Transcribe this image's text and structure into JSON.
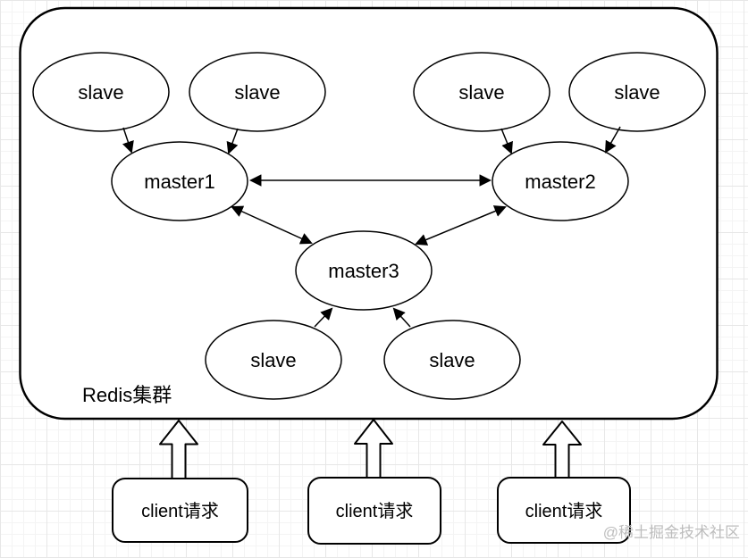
{
  "cluster": {
    "label": "Redis集群",
    "nodes": [
      {
        "id": "slave-top-left-1",
        "label": "slave"
      },
      {
        "id": "slave-top-left-2",
        "label": "slave"
      },
      {
        "id": "slave-top-right-1",
        "label": "slave"
      },
      {
        "id": "slave-top-right-2",
        "label": "slave"
      },
      {
        "id": "master1",
        "label": "master1"
      },
      {
        "id": "master2",
        "label": "master2"
      },
      {
        "id": "master3",
        "label": "master3"
      },
      {
        "id": "slave-bottom-1",
        "label": "slave"
      },
      {
        "id": "slave-bottom-2",
        "label": "slave"
      }
    ],
    "edges": [
      {
        "from": "slave-top-left-1",
        "to": "master1",
        "direction": "single"
      },
      {
        "from": "slave-top-left-2",
        "to": "master1",
        "direction": "single"
      },
      {
        "from": "slave-top-right-1",
        "to": "master2",
        "direction": "single"
      },
      {
        "from": "slave-top-right-2",
        "to": "master2",
        "direction": "single"
      },
      {
        "from": "master1",
        "to": "master2",
        "direction": "double"
      },
      {
        "from": "master1",
        "to": "master3",
        "direction": "double"
      },
      {
        "from": "master2",
        "to": "master3",
        "direction": "double"
      },
      {
        "from": "slave-bottom-1",
        "to": "master3",
        "direction": "single"
      },
      {
        "from": "slave-bottom-2",
        "to": "master3",
        "direction": "single"
      }
    ]
  },
  "clients": [
    {
      "label": "client请求"
    },
    {
      "label": "client请求"
    },
    {
      "label": "client请求"
    }
  ],
  "watermark": "@稀土掘金技术社区",
  "colors": {
    "shape_stroke": "#000000",
    "shape_fill": "#ffffff",
    "watermark_text": "#bdbdbd",
    "grid_minor": "#f4f4f4",
    "grid_major": "#e7e7e7"
  }
}
